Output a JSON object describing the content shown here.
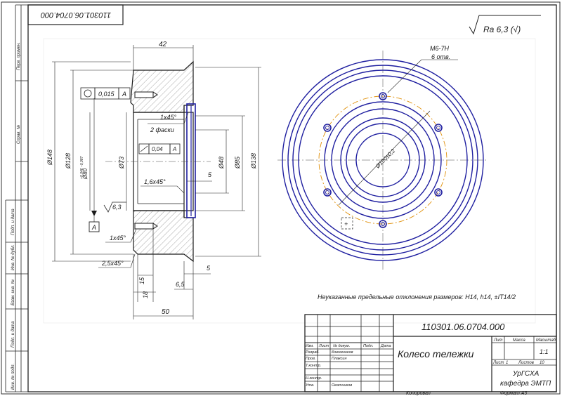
{
  "drawing": {
    "top_code": "110301.06.0704.000",
    "roughness": "Ra 6,3 (√)",
    "thread_label": "M6-7H",
    "holes_label": "6 отв.",
    "pcd_label": "Ø100±0,2",
    "dims": {
      "d148": "Ø148",
      "d128": "Ø128",
      "d80": "Ø80",
      "d80_tol": "+0,046 −0,087",
      "d73": "Ø73",
      "d48": "Ø48",
      "d85": "Ø85",
      "d138": "Ø138",
      "w42": "42",
      "w50": "50",
      "w5a": "5",
      "w5b": "5",
      "w6_5": "6,5",
      "w15": "15",
      "w18": "18",
      "ch_1x45": "1x45°",
      "ch_2faces": "2 фаски",
      "ch_16x45": "1,6x45°",
      "ch_1x45b": "1x45°",
      "ch_25x45": "2,5x45°",
      "surf_6_3": "6,3",
      "datum": "A",
      "tol1_value": "0,015",
      "tol1_datum": "A",
      "tol2_value": "0,04",
      "tol2_datum": "A"
    },
    "note": "Неуказанные предельные отклонения размеров: H14, h14, ±IT14/2"
  },
  "title_block": {
    "code": "110301.06.0704.000",
    "name": "Колесо тележки",
    "lit_header": "Лит",
    "mass_header": "Масса",
    "scale_header": "Масштаб",
    "scale_value": "1:1",
    "sheet_label": "Лист",
    "sheet_value": "1",
    "sheets_label": "Листов",
    "sheets_value": "10",
    "org_line1": "УрГСХА",
    "org_line2": "кафедра ЭМТП",
    "rows": [
      {
        "role": "Изм.",
        "name": "Лист",
        "doc": "№ докум.",
        "sign": "Подп.",
        "date": "Дата"
      },
      {
        "role": "Разраб.",
        "name": "Кожевников"
      },
      {
        "role": "Пров.",
        "name": "Плаксин"
      },
      {
        "role": "Т.контр.",
        "name": ""
      },
      {
        "role": "",
        "name": ""
      },
      {
        "role": "Н.контр.",
        "name": ""
      },
      {
        "role": "Утв.",
        "name": "Окатников"
      }
    ],
    "copied": "Копировал",
    "format": "Формат  A3"
  },
  "side_stamp": [
    "Перв. примен.",
    "Справ. №",
    "Подп. и дата",
    "Инв. № дубл.",
    "Взам. инв. №",
    "Подп. и дата",
    "Инв. № подл."
  ]
}
